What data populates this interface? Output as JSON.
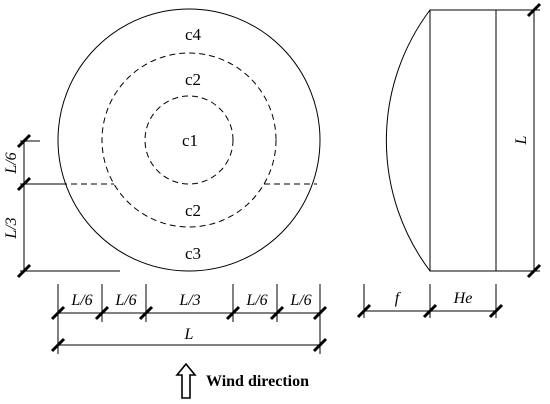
{
  "zones": {
    "top": "c4",
    "upper_middle": "c2",
    "center": "c1",
    "lower_middle": "c2",
    "bottom": "c3"
  },
  "left_dims": {
    "upper": "L/6",
    "lower": "L/3"
  },
  "bottom_dims": {
    "seg1": "L/6",
    "seg2": "L/6",
    "seg3": "L/3",
    "seg4": "L/6",
    "seg5": "L/6",
    "total": "L"
  },
  "side_dims": {
    "height": "L",
    "f": "f",
    "he": "He"
  },
  "wind": {
    "label": "Wind direction"
  }
}
